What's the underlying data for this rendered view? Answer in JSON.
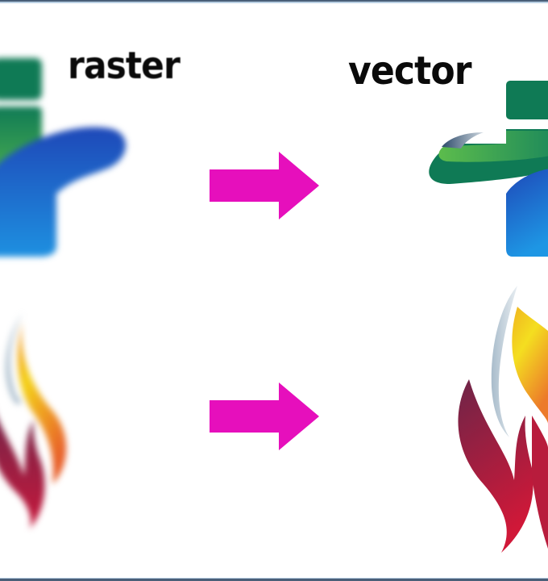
{
  "labels": {
    "raster": "raster",
    "vector": "vector"
  },
  "colors": {
    "arrow": "#e60fbc",
    "green_dark": "#0f7a55",
    "green_light": "#5cbc4c",
    "blue_dark": "#1e48b8",
    "blue_light": "#1e90e0",
    "flame_yellow": "#f4d21a",
    "flame_orange": "#ec7a2a",
    "flame_crimson": "#c8183c",
    "flame_maroon": "#6e2548",
    "flame_silver": "#a9bccb",
    "frame": "#4a5f78"
  },
  "rows": [
    {
      "left": "blurred-medical-logo",
      "right": "sharp-medical-logo"
    },
    {
      "left": "blurred-flame-logo",
      "right": "sharp-flame-logo"
    }
  ]
}
